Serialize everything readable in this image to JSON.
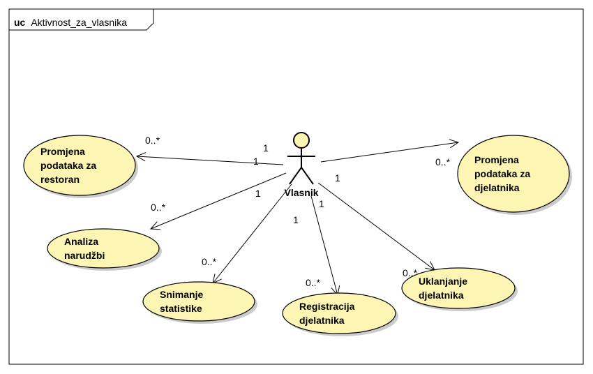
{
  "frame": {
    "keyword": "uc",
    "name": "Aktivnost_za_vlasnika"
  },
  "actor": {
    "name": "Vlasnik"
  },
  "use_cases": [
    {
      "id": "uc1",
      "lines": [
        "Promjena",
        "podataka za",
        "restoran"
      ]
    },
    {
      "id": "uc2",
      "lines": [
        "Analiza",
        "narudžbi"
      ]
    },
    {
      "id": "uc3",
      "lines": [
        "Snimanje",
        "statistike"
      ]
    },
    {
      "id": "uc4",
      "lines": [
        "Registracija",
        "djelatnika"
      ]
    },
    {
      "id": "uc5",
      "lines": [
        "Uklanjanje",
        "djelatnika"
      ]
    },
    {
      "id": "uc6",
      "lines": [
        "Promjena",
        "podataka za",
        "djelatnika"
      ]
    }
  ],
  "associations": [
    {
      "target": "uc1",
      "actor_multiplicity": "1",
      "usecase_multiplicity": "0..*"
    },
    {
      "target": "uc2",
      "actor_multiplicity": "1",
      "usecase_multiplicity": "0..*"
    },
    {
      "target": "uc3",
      "actor_multiplicity": "1",
      "usecase_multiplicity": "0..*"
    },
    {
      "target": "uc4",
      "actor_multiplicity": "1",
      "usecase_multiplicity": "0..*"
    },
    {
      "target": "uc5",
      "actor_multiplicity": "1",
      "usecase_multiplicity": "0..*"
    },
    {
      "target": "uc6",
      "actor_multiplicity": "1",
      "usecase_multiplicity": "0..*"
    }
  ],
  "colors": {
    "use_case_fill": "#fcf5b4",
    "line": "#000000",
    "background": "#ffffff"
  }
}
